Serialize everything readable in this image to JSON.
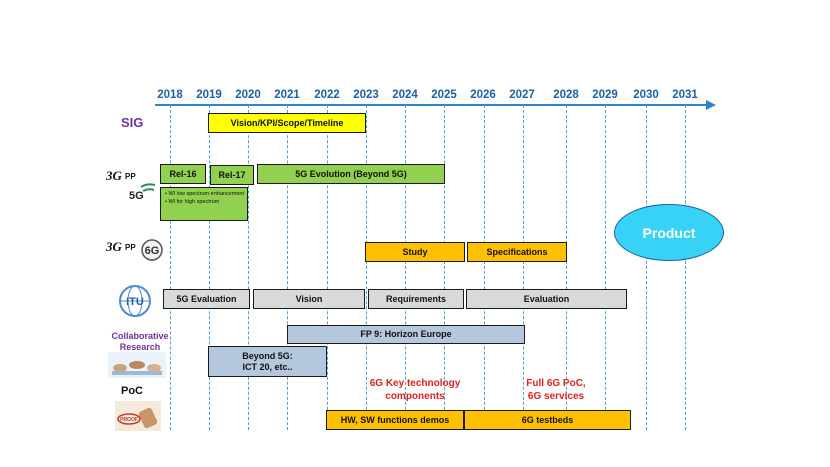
{
  "years": [
    "2018",
    "2019",
    "2020",
    "2021",
    "2022",
    "2023",
    "2024",
    "2025",
    "2026",
    "2027",
    "2028",
    "2029",
    "2030",
    "2031"
  ],
  "rows": {
    "sig": {
      "label": "SIG"
    },
    "collab": {
      "label_line1": "Collaborative",
      "label_line2": "Research"
    },
    "poc": {
      "label": "PoC"
    }
  },
  "logos": {
    "threegpp_5g_text": "5G",
    "threegpp_6g_text": "6G",
    "itu_text": "ITU",
    "poc_image_text": "PROOF"
  },
  "bars": {
    "sig_vision": "Vision/KPI/Scope/Timeline",
    "rel16": "Rel-16",
    "rel17": "Rel-17",
    "evolution": "5G Evolution (Beyond 5G)",
    "wi_low": "WI low spectrum enhancement",
    "wi_high": "WI for high spectrum",
    "study": "Study",
    "specifications": "Specifications",
    "itu_5g_eval": "5G Evaluation",
    "itu_vision": "Vision",
    "itu_requirements": "Requirements",
    "itu_evaluation": "Evaluation",
    "fp9": "FP 9: Horizon Europe",
    "beyond5g_line1": "Beyond 5G:",
    "beyond5g_line2": "ICT 20, etc..",
    "hw_sw": "HW, SW functions demos",
    "testbeds": "6G testbeds"
  },
  "product": "Product",
  "annotations": {
    "key_tech_line1": "6G Key technology",
    "key_tech_line2": "components",
    "full_poc_line1": "Full 6G PoC,",
    "full_poc_line2": "6G services"
  },
  "colors": {
    "axis": "#2e86c1",
    "year_text": "#1f5fa6",
    "yellow": "#ffff00",
    "green": "#92d050",
    "orange": "#ffc000",
    "grey": "#d9d9d9",
    "blue_grey": "#b4c7dc",
    "product": "#37d3f7",
    "annotation_red": "#e02020",
    "sig_purple": "#7030a0"
  }
}
